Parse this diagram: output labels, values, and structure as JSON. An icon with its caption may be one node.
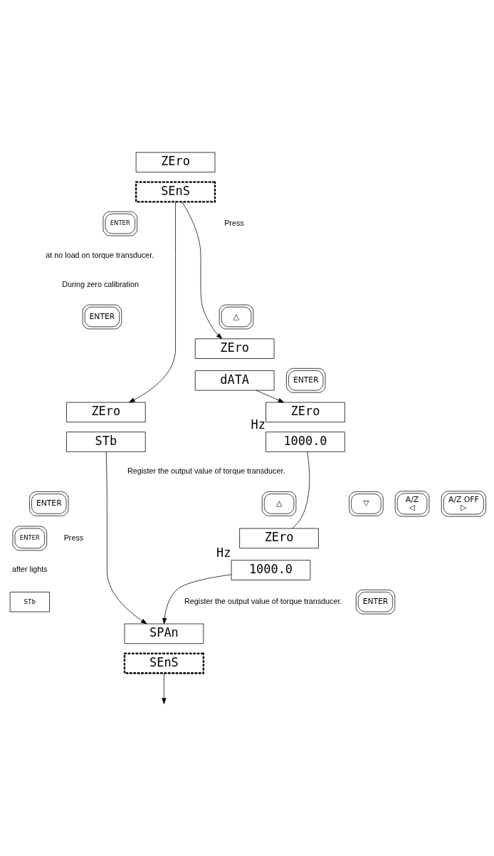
{
  "diagram": {
    "nodes": [
      {
        "text": [
          "ZEro"
        ]
      },
      {
        "text": [
          "SEnS"
        ]
      },
      {
        "text": [
          "ENTER"
        ]
      },
      {
        "text": [
          "ENTER"
        ]
      },
      {
        "text": [
          "△"
        ]
      },
      {
        "text": [
          "ZEro"
        ]
      },
      {
        "text": [
          "dATA"
        ]
      },
      {
        "text": [
          "ENTER"
        ]
      },
      {
        "text": [
          "ZEro"
        ]
      },
      {
        "text": [
          "ZEro"
        ]
      },
      {
        "text": [
          "STb"
        ]
      },
      {
        "text": [
          "1000.0"
        ],
        "beside": [
          "Hz"
        ]
      },
      {
        "text": [
          "ENTER"
        ]
      },
      {
        "text": [
          "ENTER"
        ]
      },
      {
        "text": [
          "△"
        ]
      },
      {
        "text": [
          "▽"
        ]
      },
      {
        "text": [
          "A/Z",
          "◁"
        ]
      },
      {
        "text": [
          "A/Z OFF",
          "▷"
        ]
      },
      {
        "text": [
          "STb"
        ]
      },
      {
        "text": [
          "ZEro"
        ]
      },
      {
        "text": [
          "1000.0"
        ],
        "beside": [
          "Hz"
        ]
      },
      {
        "text": [
          "ENTER"
        ]
      },
      {
        "text": [
          "SPAn"
        ]
      },
      {
        "text": [
          "SEnS"
        ]
      }
    ],
    "edges": [
      {
        "from": 1,
        "to": 8,
        "arrow": "to"
      },
      {
        "from": 1,
        "to": 5,
        "arrow": "to"
      },
      {
        "from": 6,
        "to": 9,
        "arrow": "to"
      },
      {
        "from": 11,
        "to": 19,
        "arrow": "none"
      },
      {
        "from": 10,
        "to": 22,
        "arrow": "to"
      },
      {
        "from": 20,
        "to": 22,
        "arrow": "to"
      },
      {
        "from": 23,
        "to": null,
        "arrow": "to"
      }
    ],
    "labels": [
      "Press",
      "at no load on torque transducer.",
      "During zero calibration",
      "Register the output value of torque transducer.",
      "Press",
      "after lights",
      "Register the output value of torque transducer."
    ]
  }
}
